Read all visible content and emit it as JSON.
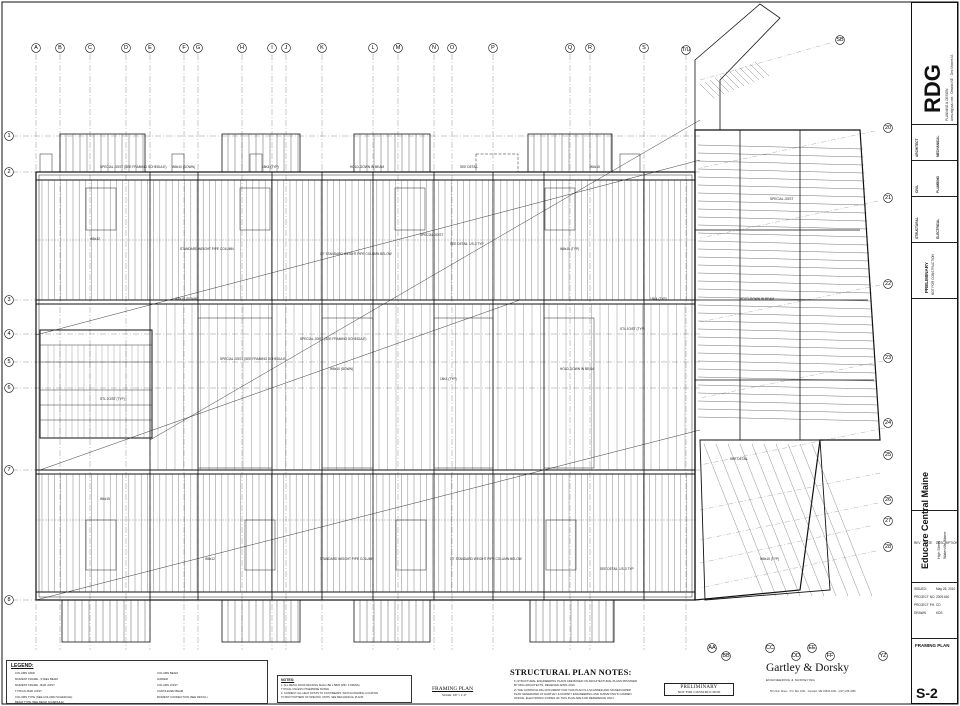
{
  "grid_columns_top": [
    "A",
    "B",
    "C",
    "D",
    "E",
    "F",
    "G",
    "H",
    "I",
    "J",
    "K",
    "L",
    "M",
    "N",
    "O",
    "P",
    "Q",
    "R",
    "S",
    "T/U"
  ],
  "grid_rows_left": [
    "1",
    "2",
    "3",
    "4",
    "5",
    "6",
    "7",
    "8"
  ],
  "grid_rows_right": [
    "20",
    "21",
    "22",
    "23",
    "24",
    "25",
    "26",
    "27",
    "28"
  ],
  "grid_bottom": [
    "AA",
    "BB",
    "CC",
    "DD",
    "EE",
    "FF"
  ],
  "title_block": {
    "logo": "RDG",
    "firm_lines": [
      "PLANNING & DESIGN",
      "www.rdgusa.com · Omaha NE · Des Moines IA"
    ],
    "consultant_labels": [
      "ARCHITECT",
      "CIVIL",
      "MECHANICAL",
      "PLUMBING",
      "STRUCTURAL",
      "ELECTRICAL"
    ],
    "preliminary": "PRELIMINARY",
    "preliminary_sub": "NOT FOR CONSTRUCTION",
    "project_name": "Educare Central Maine",
    "project_address": "High Street",
    "project_city": "Waterville, Maine",
    "rev_headers": [
      "REV",
      "DATE",
      "DESCRIPTION"
    ],
    "meta_rows": [
      {
        "label": "ISSUED:",
        "value": "May 26, 2010"
      },
      {
        "label": "PROJECT NO.",
        "value": "2009.640"
      },
      {
        "label": "PROJECT PH.",
        "value": "CD"
      },
      {
        "label": "DRAWN",
        "value": "KDS"
      }
    ],
    "sheet_title": "FRAMING PLAN",
    "sheet_number": "S-2"
  },
  "legend": {
    "title": "LEGEND:",
    "items": [
      "COLUMN GRID",
      "COLUMN BEAM",
      "MOMENT FRAME - STEEL BEAM",
      "GIRDER",
      "MOMENT FRAME - BAR JOIST",
      "TYPICAL BAR JOIST",
      "COLUMN TYPE (SEE COLUMN SCHEDULE)",
      "BEAM TYPE (SEE BEAM SCHEDULE)",
      "COLUMN JOIST",
      "CANTILEVER BEAM",
      "MOMENT CONNECTION (SEE DETAIL)"
    ]
  },
  "framing_notes": {
    "title": "NOTES:",
    "lines": [
      "1. ALL METAL ROOF DECKING SHALL BE 1.5B20 (MIN. 3 SPANS).",
      "   TYPICAL UNLESS OTHERWISE NOTED.",
      "2. CONNECT ALL HEAT JOISTS TO JOIST/BEAMS, WATCH FRAMING LOCATION",
      "   TO BOLT PATTERN OF SPECIFIC UNITS. SEE MECHANICAL PLANS."
    ]
  },
  "plan_label": "FRAMING PLAN",
  "plan_scale": "SCALE: 1/8\" = 1'-0\"",
  "structural_notes": {
    "title": "STRUCTURAL PLAN NOTES:",
    "lines": [
      "1) STRUCTURAL ENGINEERING PLANS ARE BASED ON ARCHITECTURAL PLANS PROVIDED",
      "    BY RDG ARCHITECTS, RECEIVED APRIL 2010.",
      "2) THE CONTROLLING DOCUMENT FOR THIS PLAN IS A SCANNED AND SIGNED PAPER",
      "    PLAN GENERATED AT GARTLEY & DORSKY ENGINEERING AND SURVEYING'S CAMDEN",
      "    OFFICE. ELECTRONIC COPIES OF THIS PLAN ARE FOR REFERENCE ONLY."
    ]
  },
  "preliminary_box": {
    "line1": "PRELIMINARY",
    "line2": "NOT FOR CONSTRUCTION"
  },
  "engineer": {
    "name": "Gartley & Dorsky",
    "sub": "ENGINEERING & SURVEYING",
    "address": "59 Union Street · P.O. Box 1031 · Camden, ME 04843-1031 · (207) 236-4365"
  },
  "callouts": [
    "SPECIAL JOIST (SEE FRAMING SCHEDULE)",
    "W8x10 (DOWN)",
    "18K4 (TYP)",
    "HOLD-DOWN IN BEAM",
    "SEE DETAIL",
    "W6x15",
    "W8x12",
    "STANDARD WEIGHT PIPE COLUMN",
    "10\" STANDARD WEIGHT PIPE COLUMN BELOW",
    "SEE DETAIL 1/S-3 TYP",
    "W8x15 (TYP)",
    "SPECIAL JOIST",
    "STL JOIST (TYP)"
  ]
}
